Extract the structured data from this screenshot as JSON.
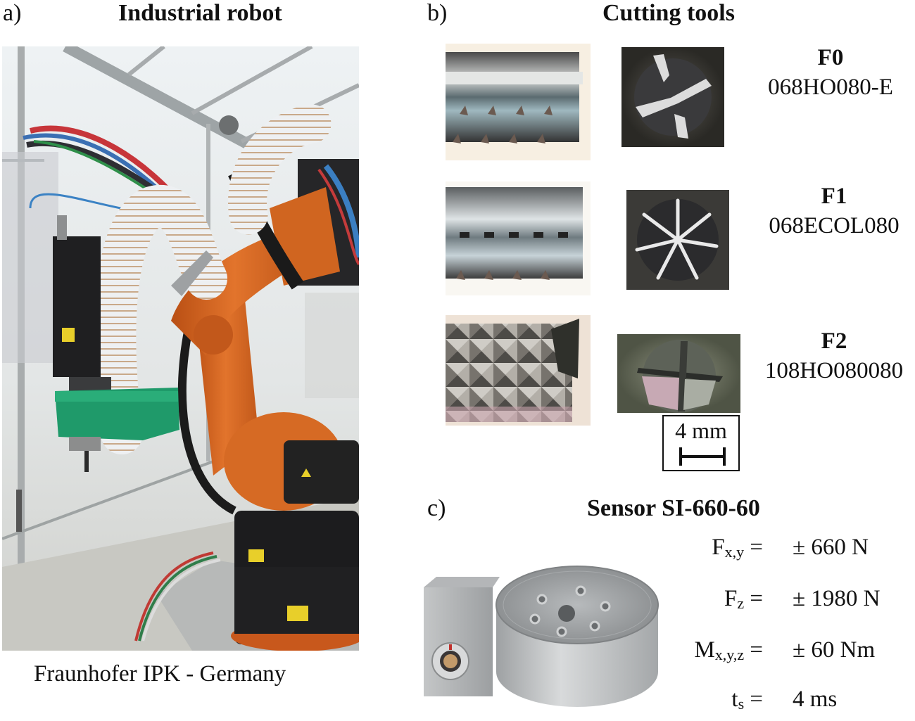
{
  "figure": {
    "panels": {
      "a": {
        "label": "a)",
        "title": "Industrial robot",
        "photo_description": "industrial-robot-photo",
        "caption": "Fraunhofer IPK - Germany"
      },
      "b": {
        "label": "b)",
        "title": "Cutting tools",
        "tools": [
          {
            "name": "F0",
            "code": "068HO080-E"
          },
          {
            "name": "F1",
            "code": "068ECOL080"
          },
          {
            "name": "F2",
            "code": "108HO080080"
          }
        ],
        "scale_bar": {
          "label": "4 mm"
        }
      },
      "c": {
        "label": "c)",
        "title": "Sensor SI-660-60",
        "specs": [
          {
            "symbol": "F",
            "subscript": "x,y",
            "equals": "=",
            "value": "± 660 N"
          },
          {
            "symbol": "F",
            "subscript": "z",
            "equals": "=",
            "value": "± 1980 N"
          },
          {
            "symbol": "M",
            "subscript": "x,y,z",
            "equals": "=",
            "value": "± 60 Nm"
          },
          {
            "symbol": "t",
            "subscript": "s",
            "equals": "=",
            "value": "4 ms"
          }
        ]
      }
    },
    "colors": {
      "robot_orange": "#d9661f",
      "spindle_green": "#1f9a6a",
      "metal": "#b9bcbf",
      "text": "#111111"
    }
  }
}
